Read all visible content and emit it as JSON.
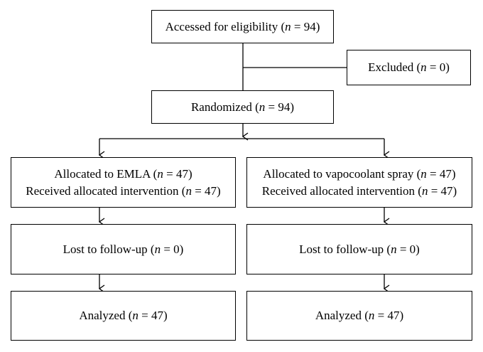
{
  "flowchart": {
    "eligibility": "Accessed for eligibility (n = 94)",
    "excluded": "Excluded (n = 0)",
    "randomized": "Randomized (n = 94)",
    "arm_emla": {
      "allocated": "Allocated to EMLA (n = 47)",
      "received": "Received allocated intervention (n = 47)",
      "lost": "Lost to follow-up (n = 0)",
      "analyzed": "Analyzed (n = 47)"
    },
    "arm_spray": {
      "allocated": "Allocated to vapocoolant spray (n = 47)",
      "received": "Received allocated intervention (n = 47)",
      "lost": "Lost to follow-up (n = 0)",
      "analyzed": "Analyzed (n = 47)"
    }
  }
}
